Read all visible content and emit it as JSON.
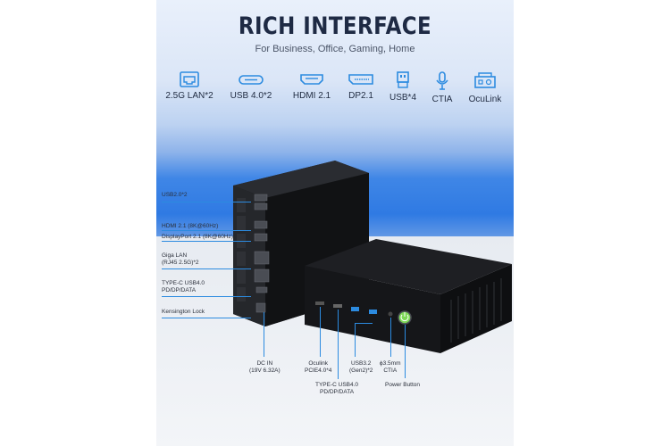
{
  "header": {
    "title": "RICH INTERFACE",
    "subtitle": "For Business, Office, Gaming, Home"
  },
  "interfaces": [
    {
      "icon": "lan-port-icon",
      "label": "2.5G LAN*2"
    },
    {
      "icon": "usb-c-port-icon",
      "label": "USB 4.0*2"
    },
    {
      "icon": "hdmi-port-icon",
      "label": "HDMI 2.1"
    },
    {
      "icon": "displayport-icon",
      "label": "DP2.1"
    },
    {
      "icon": "usb-a-port-icon",
      "label": "USB*4"
    },
    {
      "icon": "microphone-icon",
      "label": "CTIA"
    },
    {
      "icon": "oculink-icon",
      "label": "OcuLink"
    }
  ],
  "left_callouts": [
    {
      "text": "USB2.0*2"
    },
    {
      "text": "HDMI 2.1 (8K@60Hz)"
    },
    {
      "text": "DisplayPort 2.1 (8K@60Hz)"
    },
    {
      "text": "Giga LAN\n(RJ45 2.5G)*2"
    },
    {
      "text": "TYPE-C USB4.0\nPD/DP/DATA"
    },
    {
      "text": "Kensington Lock"
    }
  ],
  "bottom_callouts": [
    {
      "text": "DC IN\n(19V 6.32A)"
    },
    {
      "text": "Oculink\nPCIE4.0*4"
    },
    {
      "text": "TYPE-C USB4.0\nPD/DP/DATA"
    },
    {
      "text": "USB3.2\n(Gen2)*2"
    },
    {
      "text": "ϕ3.5mm\nCTIA"
    },
    {
      "text": "Power Button"
    }
  ],
  "colors": {
    "accent": "#2c8be0",
    "title": "#1e2a44",
    "device": "#1b1c1f",
    "power": "#7ed957"
  }
}
